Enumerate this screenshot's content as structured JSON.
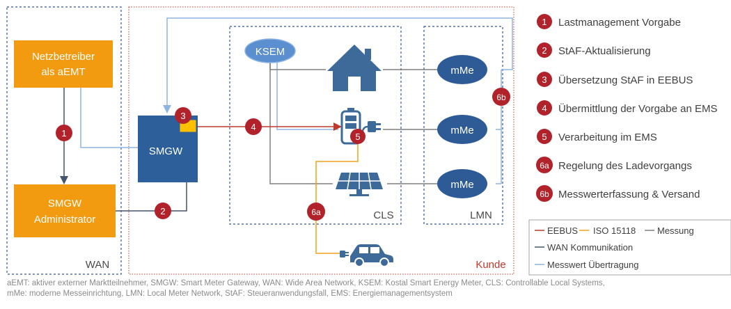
{
  "zones": {
    "wan": "WAN",
    "kunde": "Kunde",
    "cls": "CLS",
    "lmn": "LMN"
  },
  "nodes": {
    "netzbetreiber_line1": "Netzbetreiber",
    "netzbetreiber_line2": "als aEMT",
    "smgw_admin_line1": "SMGW",
    "smgw_admin_line2": "Administrator",
    "smgw": "SMGW",
    "ksem": "KSEM",
    "mme1": "mMe",
    "mme2": "mMe",
    "mme3": "mMe"
  },
  "markers": {
    "m1": "1",
    "m2": "2",
    "m3": "3",
    "m4": "4",
    "m5": "5",
    "m6a": "6a",
    "m6b": "6b"
  },
  "steps": [
    {
      "num": "1",
      "label": "Lastmanagement Vorgabe"
    },
    {
      "num": "2",
      "label": "StAF-Aktualisierung"
    },
    {
      "num": "3",
      "label": "Übersetzung StAF in EEBUS"
    },
    {
      "num": "4",
      "label": "Übermittlung der Vorgabe an EMS"
    },
    {
      "num": "5",
      "label": "Verarbeitung im EMS"
    },
    {
      "num": "6a",
      "label": "Regelung des Ladevorgangs"
    },
    {
      "num": "6b",
      "label": "Messwerterfassung & Versand"
    }
  ],
  "legend": {
    "eebus": "EEBUS",
    "iso": "ISO 15118",
    "messung": "Messung",
    "wan_komm": "WAN Kommunikation",
    "messwert": "Messwert Übertragung"
  },
  "footnote": {
    "line1": "aEMT: aktiver externer Marktteilnehmer, SMGW: Smart Meter Gateway, WAN: Wide Area Network, KSEM: Kostal Smart Energy Meter, CLS: Controllable Local Systems,",
    "line2": "mMe: moderne Messeinrichtung, LMN: Local Meter Network, StAF: Steueranwendungsfall, EMS: Energiemanagementsystem"
  },
  "colors": {
    "marker": "#b1222b",
    "orange_box": "#f29b11",
    "smgw_blue": "#2d5f9b",
    "mme_blue": "#2e5b95",
    "ksem_fill": "#5b8fd0",
    "eebus_line": "#c0392b",
    "iso_line": "#f0a21b",
    "messung_line": "#7f7f7f",
    "wan_line": "#44546a",
    "messwert_line": "#8db4e2",
    "icon_blue": "#3d6a99"
  }
}
